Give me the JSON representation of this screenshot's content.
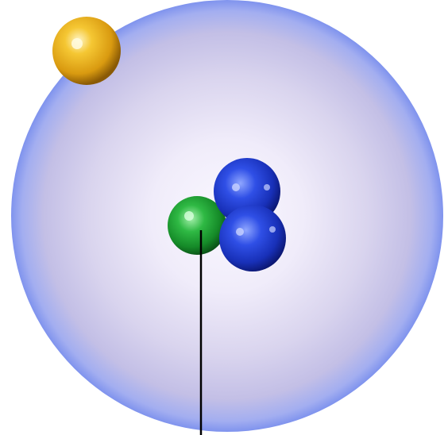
{
  "diagram": {
    "subject": "atom",
    "particles": [
      {
        "kind": "electron",
        "color": "#e8a817"
      },
      {
        "kind": "proton",
        "color": "#1f3fd0"
      },
      {
        "kind": "proton",
        "color": "#1f3fd0"
      },
      {
        "kind": "neutron",
        "color": "#1c9a2e"
      }
    ],
    "colors": {
      "electron_cloud_edge": "#7f93ee",
      "electron_cloud_mid": "#c3bfe6",
      "electron_cloud_center": "#faf8ff",
      "pointer_line": "#000000",
      "background": "#ffffff"
    }
  }
}
